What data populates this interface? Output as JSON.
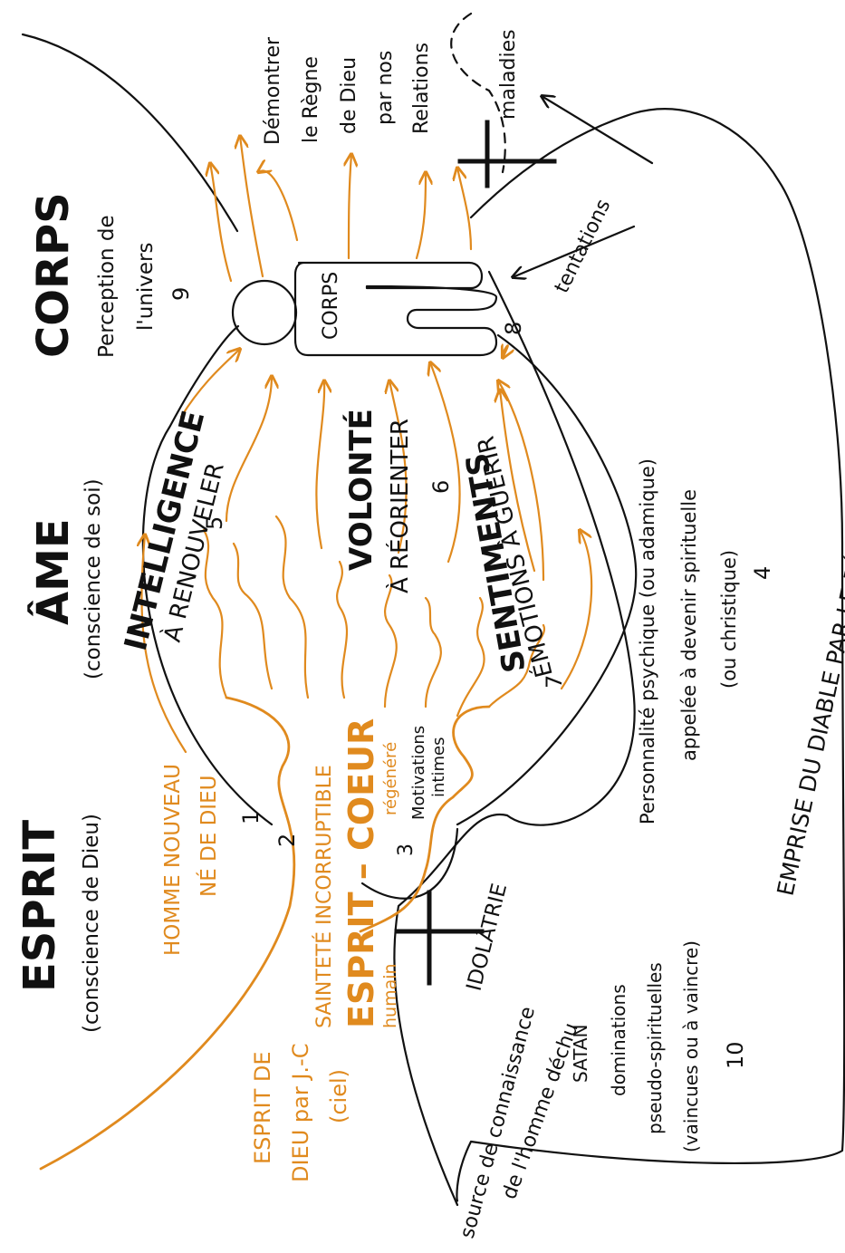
{
  "colors": {
    "accent": "#e08a1e",
    "ink": "#111111",
    "background": "#ffffff"
  },
  "labels": {
    "esprit_title": "ESPRIT",
    "esprit_sub": "(conscience de Dieu)",
    "ame_title": "ÂME",
    "ame_sub": "(conscience de soi)",
    "corps_title": "CORPS",
    "corps_sub1": "Perception de",
    "corps_sub2": "l'univers",
    "corps_body": "CORPS",
    "num_1": "1",
    "num_2": "2",
    "num_3": "3",
    "num_4": "4",
    "num_5": "5",
    "num_6": "6",
    "num_7": "7",
    "num_8": "8",
    "num_9": "9",
    "num_10": "10",
    "homme_nouveau_1": "HOMME NOUVEAU",
    "homme_nouveau_2": "NÉ DE DIEU",
    "esprit_dieu_1": "ESPRIT DE",
    "esprit_dieu_2": "DIEU par J.-C",
    "esprit_dieu_3": "(ciel)",
    "saintete": "SAINTETÉ INCORRUPTIBLE",
    "esprit_coeur": "ESPRIT – COEUR",
    "humain": "humain",
    "regenere": "régénéré",
    "motivations_1": "Motivations",
    "motivations_2": "intimes",
    "intelligence": "INTELLIGENCE",
    "renouveler": "À RENOUVELER",
    "volonte": "VOLONTÉ",
    "reorienter": "À RÉORIENTER",
    "sentiments": "SENTIMENTS",
    "emotions": "ÉMOTIONS À GUÉRIR",
    "personnalite_1": "Personnalité psychique (ou adamique)",
    "personnalite_2": "appelée à devenir spirituelle",
    "personnalite_3": "(ou christique)",
    "emprise": "EMPRISE DU DIABLE PAR LE PÉCHÉ de l'homme",
    "demontrer_1": "Démontrer",
    "demontrer_2": "le Règne",
    "demontrer_3": "de Dieu",
    "demontrer_4": "par nos",
    "demontrer_5": "Relations",
    "maladies": "maladies",
    "tentations": "tentations",
    "idolatrie": "IDOLÂTRIE",
    "source_1": "source de connaissance",
    "source_2": "de l'homme déchu",
    "satan_1": "SATAN",
    "satan_2": "dominations",
    "satan_3": "pseudo-spirituelles",
    "satan_4": "(vaincues ou à vaincre)"
  }
}
